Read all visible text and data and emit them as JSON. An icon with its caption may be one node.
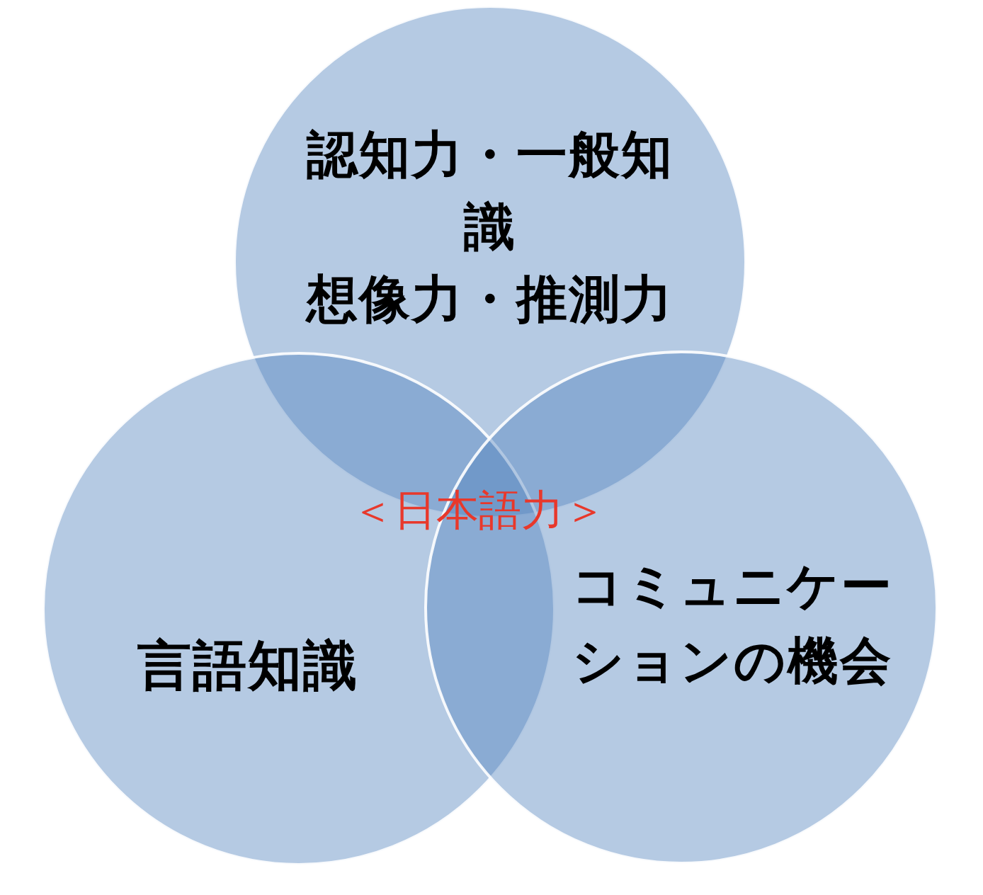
{
  "diagram": {
    "nodes": [
      {
        "text": [
          "認知力・一般知識",
          "想像力・推測力"
        ]
      },
      {
        "text": [
          "言語知識"
        ]
      },
      {
        "text": [
          "コミュニケーションの機会"
        ]
      }
    ],
    "labels": [
      "＜日本語力＞"
    ]
  }
}
